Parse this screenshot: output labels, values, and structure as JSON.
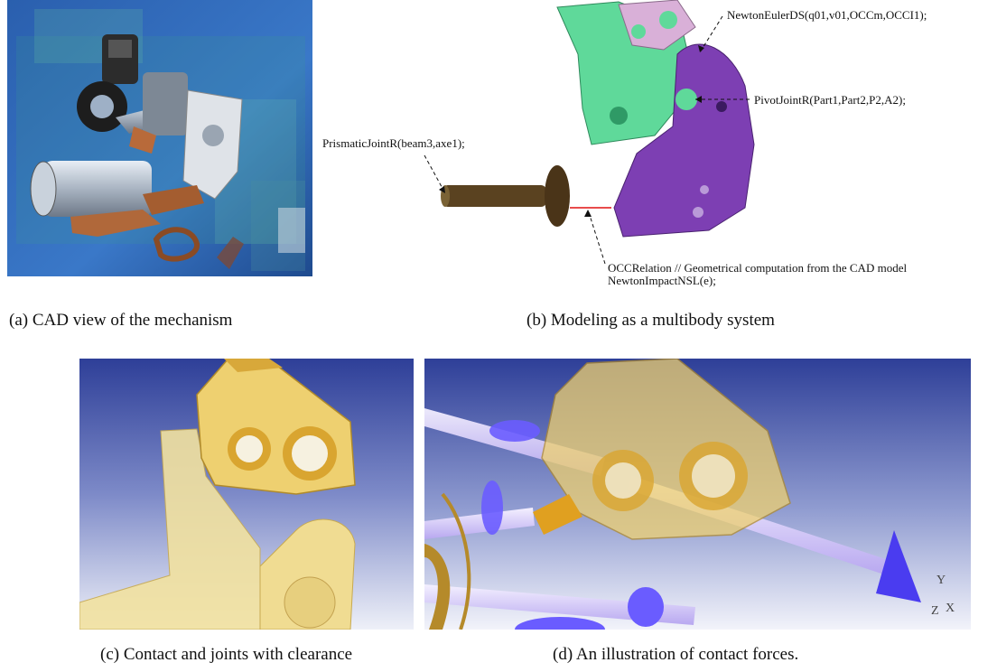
{
  "figure": {
    "panels": [
      {
        "id": "a",
        "caption": "(a)  CAD view of the mechanism"
      },
      {
        "id": "b",
        "caption": "(b)  Modeling as a multibody system"
      },
      {
        "id": "c",
        "caption": "(c)  Contact and joints with clearance"
      },
      {
        "id": "d",
        "caption": "(d)  An illustration of contact forces."
      }
    ],
    "annotations": {
      "newton_euler": "NewtonEulerDS(q01,v01,OCCm,OCCI1);",
      "pivot_joint": "PivotJointR(Part1,Part2,P2,A2);",
      "prismatic_joint": "PrismaticJointR(beam3,axe1);",
      "occ_relation": "OCCRelation // Geometrical computation from the CAD model",
      "newton_impact": "NewtonImpactNSL(e);"
    },
    "axis_labels": {
      "y": "Y",
      "z": "Z",
      "x": "X"
    },
    "colors": {
      "cad_blue": "#2a5aa8",
      "green_part": "#5fd99a",
      "purple_part": "#7d3fb3",
      "pink_part": "#d9b0d8",
      "brown_beam": "#5a4220",
      "contact_line": "#e01010",
      "yellow_part": "#e8c860",
      "violet_force": "#6a5cff"
    }
  }
}
